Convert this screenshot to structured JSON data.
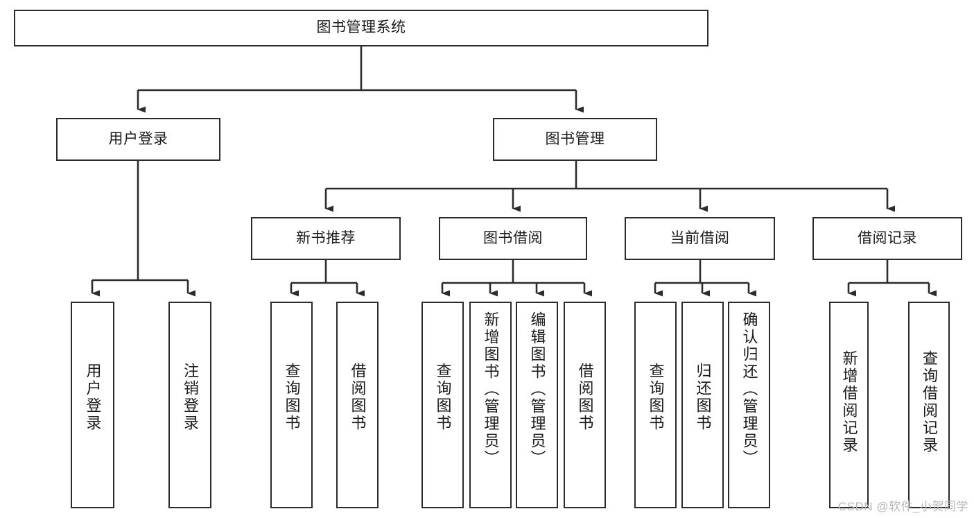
{
  "diagram": {
    "type": "tree-hierarchy",
    "title": "图书管理系统",
    "watermark": "CSDN @软件_小贺同学",
    "colors": {
      "box_border": "#2b2b2b",
      "box_fill": "#ffffff",
      "edge": "#2b2b2b",
      "text": "#1a1a1a",
      "watermark": "#b8b8b8"
    },
    "levels": {
      "root": {
        "label": "图书管理系统"
      },
      "level2": [
        {
          "id": "user-login",
          "label": "用户登录"
        },
        {
          "id": "book-management",
          "label": "图书管理"
        }
      ],
      "level3": [
        {
          "id": "new-book-recommend",
          "label": "新书推荐",
          "parent": "book-management"
        },
        {
          "id": "book-borrow",
          "label": "图书借阅",
          "parent": "book-management"
        },
        {
          "id": "current-borrow",
          "label": "当前借阅",
          "parent": "book-management"
        },
        {
          "id": "borrow-record",
          "label": "借阅记录",
          "parent": "book-management"
        }
      ],
      "leaves": [
        {
          "id": "leaf-user-login",
          "label": "用户登录",
          "parent": "user-login"
        },
        {
          "id": "leaf-logout",
          "label": "注销登录",
          "parent": "user-login"
        },
        {
          "id": "leaf-query-book-1",
          "label": "查询图书",
          "parent": "new-book-recommend"
        },
        {
          "id": "leaf-borrow-book-1",
          "label": "借阅图书",
          "parent": "new-book-recommend"
        },
        {
          "id": "leaf-query-book-2",
          "label": "查询图书",
          "parent": "book-borrow"
        },
        {
          "id": "leaf-add-book",
          "label": "新增图书（管理员）",
          "parent": "book-borrow"
        },
        {
          "id": "leaf-edit-book",
          "label": "编辑图书（管理员）",
          "parent": "book-borrow"
        },
        {
          "id": "leaf-borrow-book-2",
          "label": "借阅图书",
          "parent": "book-borrow"
        },
        {
          "id": "leaf-query-book-3",
          "label": "查询图书",
          "parent": "current-borrow"
        },
        {
          "id": "leaf-return-book",
          "label": "归还图书",
          "parent": "current-borrow"
        },
        {
          "id": "leaf-confirm-return",
          "label": "确认归还（管理员）",
          "parent": "current-borrow"
        },
        {
          "id": "leaf-add-record",
          "label": "新增借阅记录",
          "parent": "borrow-record"
        },
        {
          "id": "leaf-query-record",
          "label": "查询借阅记录",
          "parent": "borrow-record"
        }
      ]
    }
  }
}
